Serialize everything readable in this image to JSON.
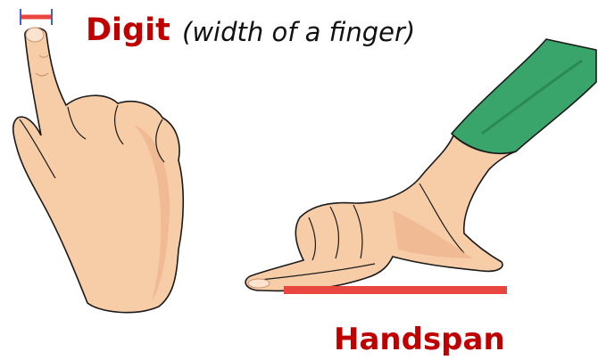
{
  "labels": {
    "digit_title": "Digit",
    "digit_note": "(width of a finger)",
    "handspan_title": "Handspan"
  },
  "colors": {
    "label_red": "#c00000",
    "measure_red": "#e8463f",
    "measure_blue": "#3c63d4",
    "skin": "#f7cda8",
    "skin_shade": "#e9ab84",
    "outline": "#1a1a1a",
    "sleeve": "#3aa56b",
    "sleeve_dark": "#2a8a55"
  },
  "icons": {
    "left_hand": "pointing-finger-hand-icon",
    "right_hand": "handspan-hand-icon",
    "digit_marker": "digit-width-marker-icon",
    "handspan_marker": "handspan-length-bar-icon"
  }
}
